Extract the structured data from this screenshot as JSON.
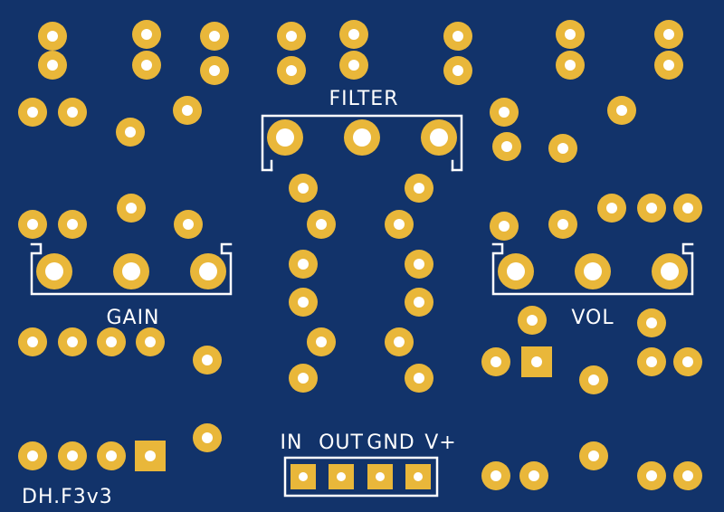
{
  "board": {
    "name": "DH.F3v3",
    "colors": {
      "substrate": "#12336a",
      "copper": "#e9b73a",
      "silkscreen": "#ffffff",
      "drill": "#ffffff"
    },
    "labels": {
      "filter": "FILTER",
      "gain": "GAIN",
      "vol": "VOL",
      "in": "IN",
      "out": "OUT",
      "gnd": "GND",
      "vplus": "V+"
    }
  }
}
